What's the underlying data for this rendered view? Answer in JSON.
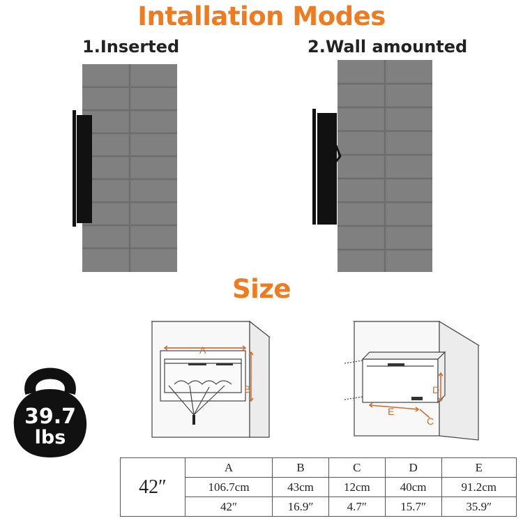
{
  "heading": "Intallation Modes",
  "modes": [
    {
      "label": "1.Inserted"
    },
    {
      "label": "2.Wall amounted"
    }
  ],
  "size_heading": "Size",
  "diagram_letters": {
    "a": "A",
    "b": "B",
    "c": "C",
    "d": "D",
    "e": "E"
  },
  "weight": {
    "value": "39.7",
    "unit": "lbs"
  },
  "colors": {
    "accent": "#f07a1e",
    "wall": "#808080",
    "grout": "#6d6d6d",
    "fireplace": "#111111"
  },
  "table": {
    "model": "42″",
    "columns": [
      "A",
      "B",
      "C",
      "D",
      "E"
    ],
    "rows": [
      [
        "106.7cm",
        "43cm",
        "12cm",
        "40cm",
        "91.2cm"
      ],
      [
        "42″",
        "16.9″",
        "4.7″",
        "15.7″",
        "35.9″"
      ]
    ]
  }
}
